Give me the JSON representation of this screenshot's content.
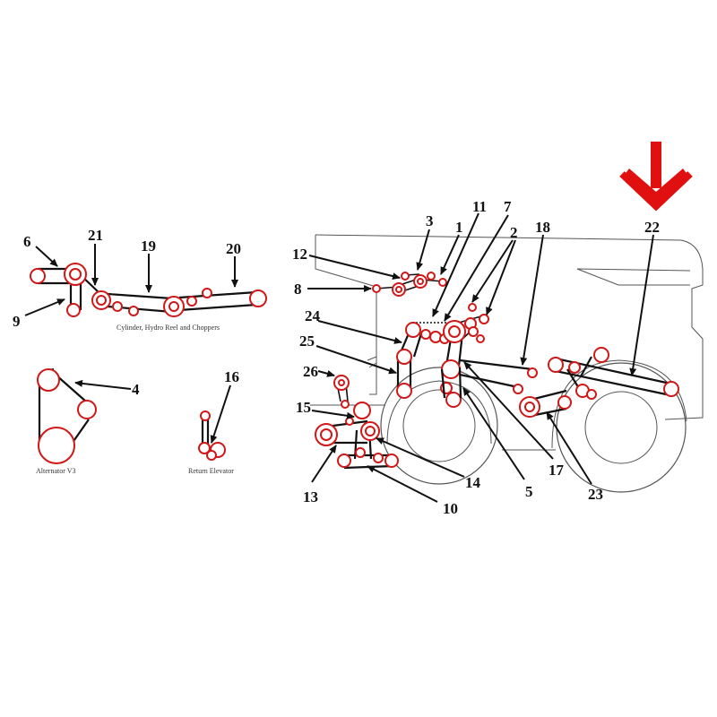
{
  "diagram": {
    "captions": {
      "cylinder": "Cylinder, Hydro Reel and Choppers",
      "alternator": "Alternator V3",
      "return_elevator": "Return Elevator"
    },
    "callouts": {
      "c6": "6",
      "c21": "21",
      "c19": "19",
      "c20": "20",
      "c9": "9",
      "c4": "4",
      "c16": "16",
      "c3": "3",
      "c1": "1",
      "c11": "11",
      "c7": "7",
      "c2": "2",
      "c18": "18",
      "c22": "22",
      "c12": "12",
      "c8": "8",
      "c24": "24",
      "c25": "25",
      "c26": "26",
      "c15": "15",
      "c13": "13",
      "c14": "14",
      "c10": "10",
      "c5": "5",
      "c17": "17",
      "c23": "23"
    },
    "colors": {
      "pointer_arrow": "#e01010",
      "pulley": "#d01818",
      "belt": "#111111",
      "machine_outline": "#555555"
    },
    "icons": {
      "pointer": "down-arrow-icon"
    }
  }
}
